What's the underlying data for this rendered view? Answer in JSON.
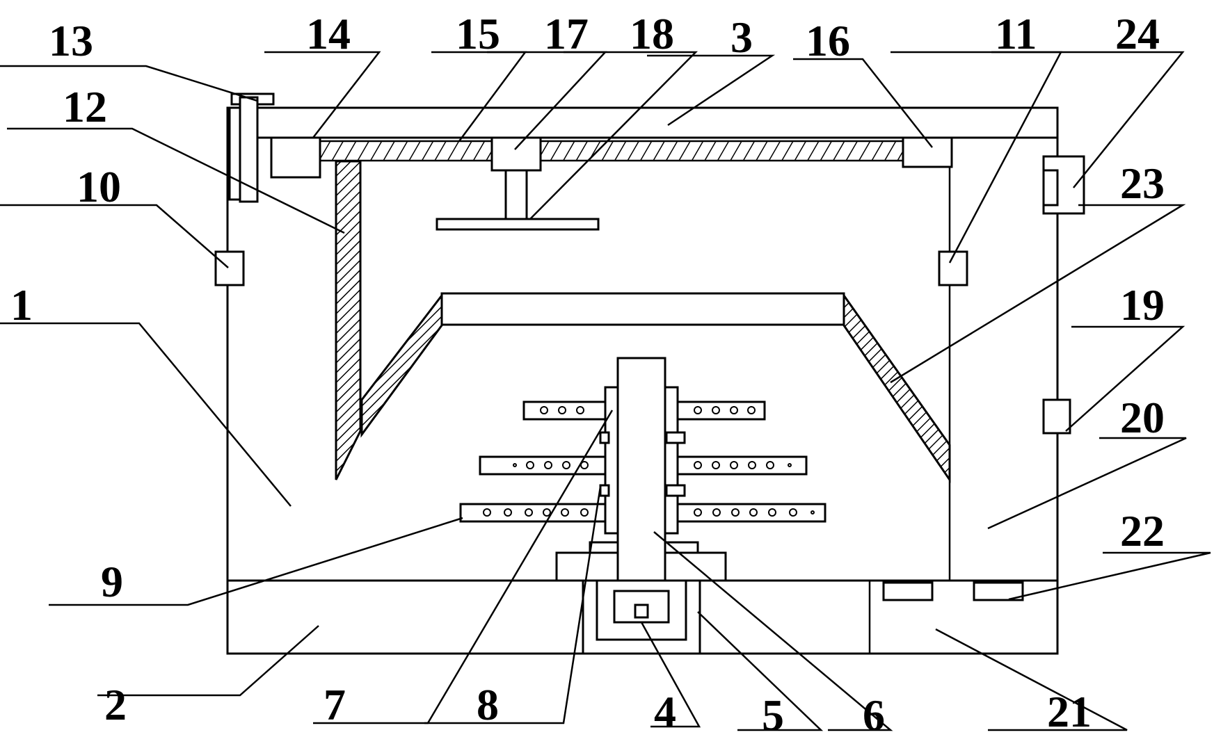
{
  "labels": [
    {
      "key": "label-13",
      "text": "13"
    },
    {
      "key": "label-14",
      "text": "14"
    },
    {
      "key": "label-15",
      "text": "15"
    },
    {
      "key": "label-17",
      "text": "17"
    },
    {
      "key": "label-18",
      "text": "18"
    },
    {
      "key": "label-3",
      "text": "3"
    },
    {
      "key": "label-16",
      "text": "16"
    },
    {
      "key": "label-11",
      "text": "11"
    },
    {
      "key": "label-24",
      "text": "24"
    },
    {
      "key": "label-12",
      "text": "12"
    },
    {
      "key": "label-10",
      "text": "10"
    },
    {
      "key": "label-23",
      "text": "23"
    },
    {
      "key": "label-1",
      "text": "1"
    },
    {
      "key": "label-19",
      "text": "19"
    },
    {
      "key": "label-20",
      "text": "20"
    },
    {
      "key": "label-22",
      "text": "22"
    },
    {
      "key": "label-9",
      "text": "9"
    },
    {
      "key": "label-2",
      "text": "2"
    },
    {
      "key": "label-7",
      "text": "7"
    },
    {
      "key": "label-8",
      "text": "8"
    },
    {
      "key": "label-4",
      "text": "4"
    },
    {
      "key": "label-5",
      "text": "5"
    },
    {
      "key": "label-6",
      "text": "6"
    },
    {
      "key": "label-21",
      "text": "21"
    }
  ]
}
